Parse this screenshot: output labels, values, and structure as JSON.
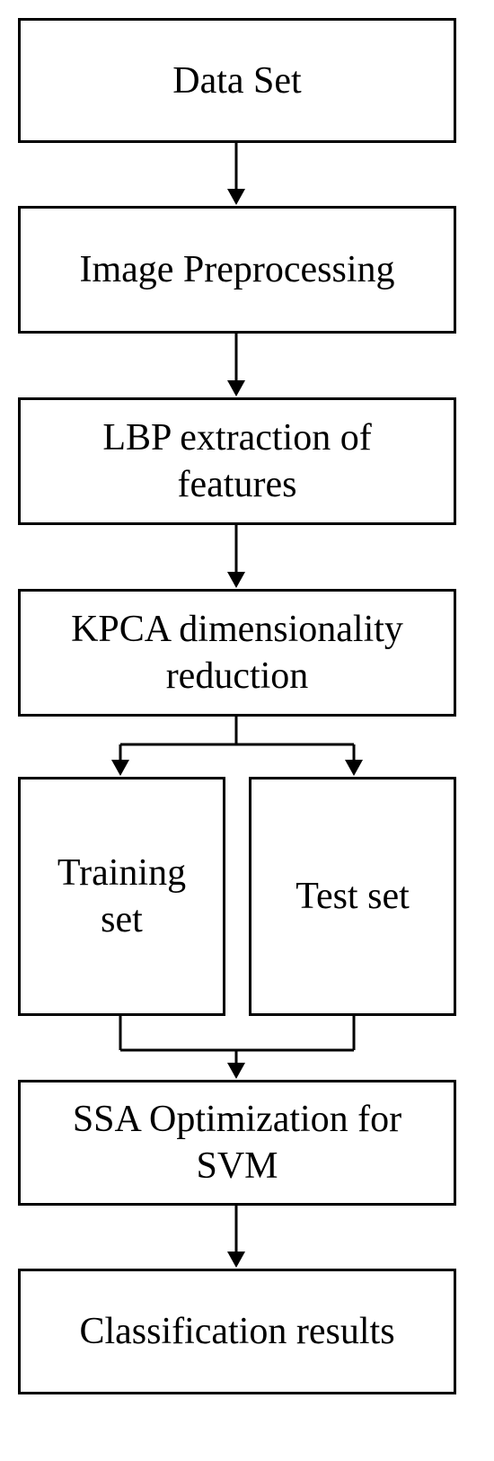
{
  "flowchart": {
    "steps": {
      "data_set": "Data Set",
      "image_preprocessing": "Image Preprocessing",
      "lbp_line1": "LBP extraction of",
      "lbp_line2": "features",
      "kpca_line1": "KPCA dimensionality",
      "kpca_line2": "reduction",
      "training_line1": "Training",
      "training_line2": "set",
      "test_set": "Test set",
      "ssa_line1": "SSA Optimization for",
      "ssa_line2": "SVM",
      "classification_results": "Classification results"
    }
  }
}
